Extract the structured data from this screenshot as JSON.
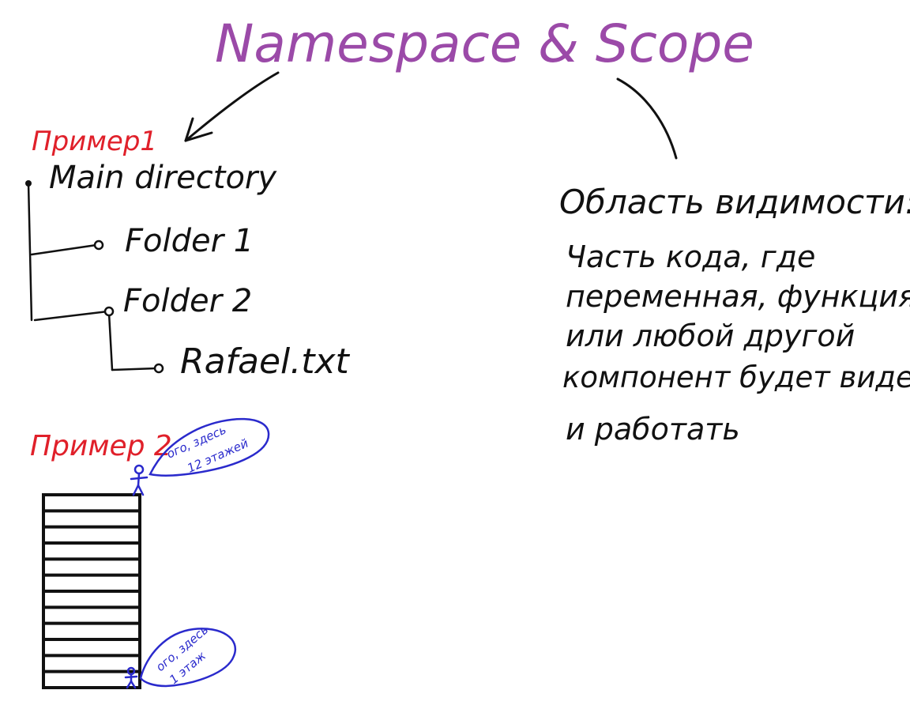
{
  "title": "Namespace & Scope",
  "example1": {
    "label": "Пример1",
    "tree": {
      "root": "Main directory",
      "folder1": "Folder 1",
      "folder2": "Folder 2",
      "file": "Rafael.txt"
    }
  },
  "example2": {
    "label": "Пример 2",
    "floors": 12,
    "bubble_top": [
      "ого, здесь",
      "12 этажей"
    ],
    "bubble_bottom": [
      "ого, здесь",
      "1 этаж"
    ]
  },
  "scope": {
    "heading": "Область видимости:",
    "lines": [
      "Часть кода, где",
      "переменная, функция",
      "или любой другой",
      "компонент будет виден",
      "и работать"
    ]
  },
  "colors": {
    "title": "#9b4aa8",
    "example_label": "#e0202a",
    "ink": "#111111",
    "figure": "#2a2acc"
  }
}
